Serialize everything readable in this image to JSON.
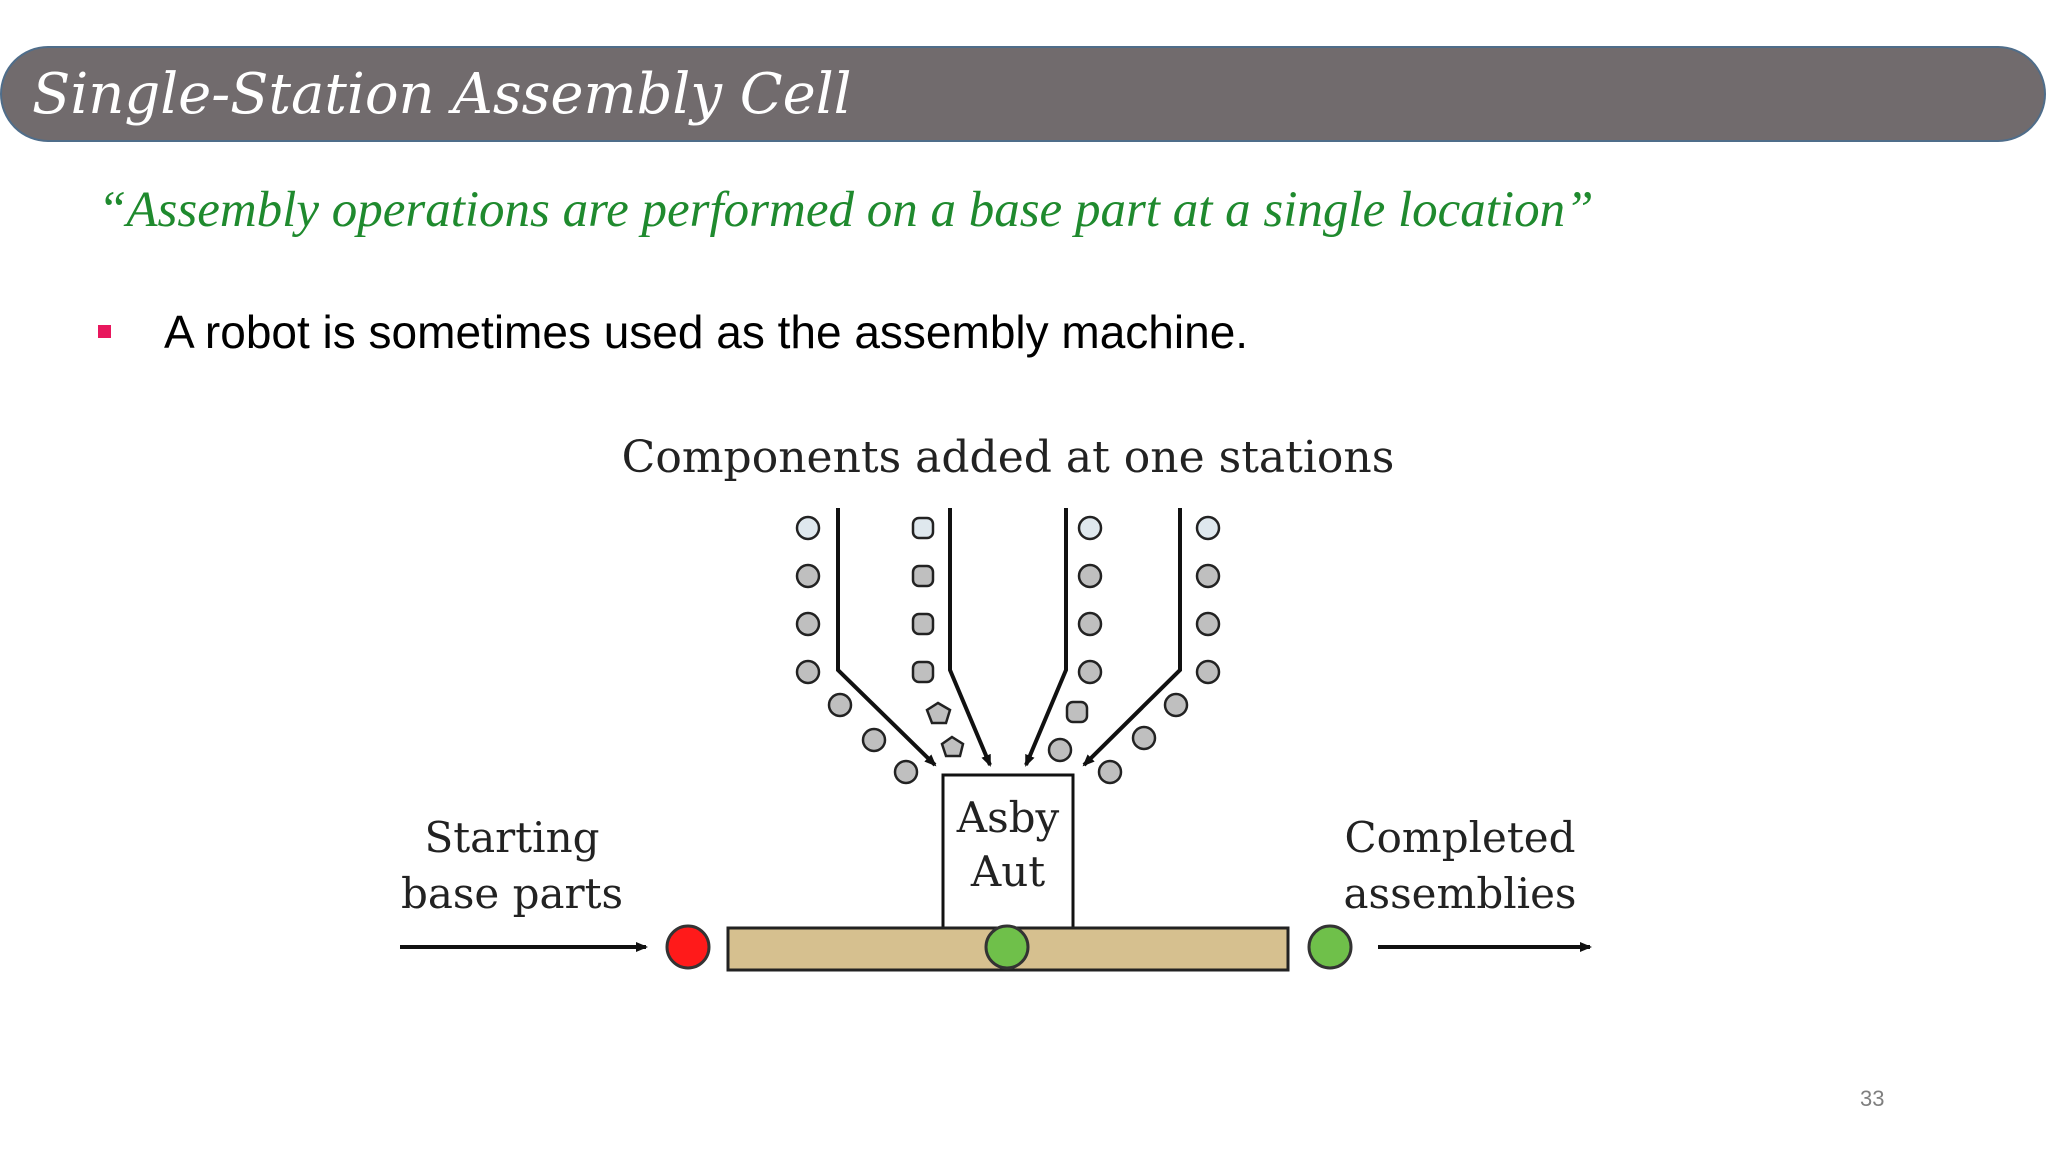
{
  "slide": {
    "title": "Single-Station Assembly Cell",
    "quote": "“Assembly operations are performed on a base part at a single location”",
    "bullets": [
      "A robot is sometimes used as the assembly machine."
    ],
    "page_number": "33"
  },
  "diagram": {
    "top_label": "Components added at one stations",
    "machine_label_line1": "Asby",
    "machine_label_line2": "Aut",
    "input_label_line1": "Starting",
    "input_label_line2": "base parts",
    "output_label_line1": "Completed",
    "output_label_line2": "assemblies",
    "colors": {
      "conveyor": "#d6c08f",
      "starting_part": "#ff1a1a",
      "completed_part": "#6fc04a",
      "component": "#bfbfbf"
    }
  }
}
